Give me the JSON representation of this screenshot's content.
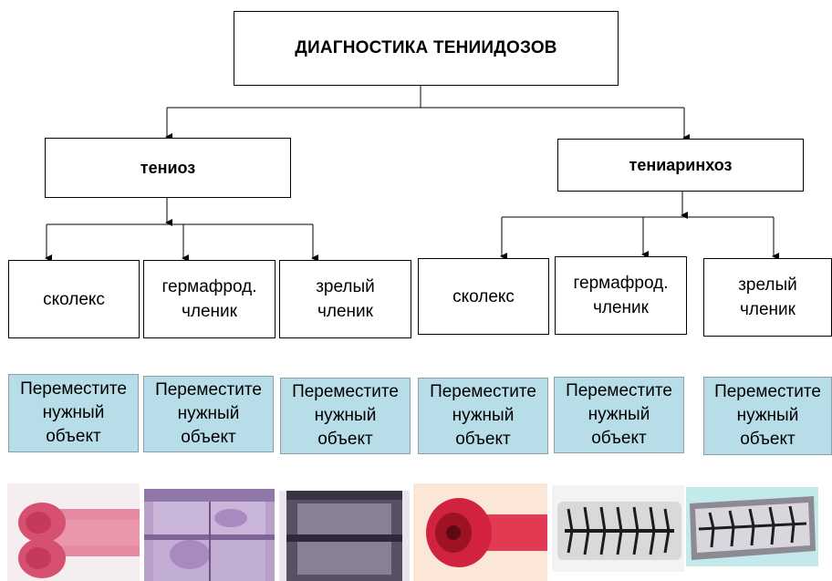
{
  "title": "ДИАГНОСТИКА ТЕНИИДОЗОВ",
  "diseases": [
    {
      "label": "тениоз"
    },
    {
      "label": "тениаринхоз"
    }
  ],
  "parts": [
    {
      "label": "сколекс"
    },
    {
      "label": "гермафрод.\nчленик"
    },
    {
      "label": "зрелый\nчленик"
    },
    {
      "label": "сколекс"
    },
    {
      "label": "гермафрод.\nчленик"
    },
    {
      "label": "зрелый\nчленик"
    }
  ],
  "drop_targets": [
    {
      "label": "Переместите\nнужный\nобъект"
    },
    {
      "label": "Переместите\nнужный\nобъект"
    },
    {
      "label": "Переместите\nнужный\nобъект"
    },
    {
      "label": "Переместите\nнужный\nобъект"
    },
    {
      "label": "Переместите\nнужный\nобъект"
    },
    {
      "label": "Переместите\nнужный\nобъект"
    }
  ],
  "colors": {
    "drop_bg": "#b7dde8",
    "scolex_red": "#d64a6a",
    "segment_purple": "#8a6ca3",
    "segment_dark": "#4a4255",
    "segment_ink": "#1c1c1c"
  },
  "images": [
    {
      "icon": "scolex-pink-photo"
    },
    {
      "icon": "hermaphrodite-segment-purple-photo"
    },
    {
      "icon": "mature-segment-dark-photo"
    },
    {
      "icon": "scolex-red-photo"
    },
    {
      "icon": "mature-segment-branched-uterus-photo"
    },
    {
      "icon": "segment-branched-uterus-photo"
    }
  ]
}
